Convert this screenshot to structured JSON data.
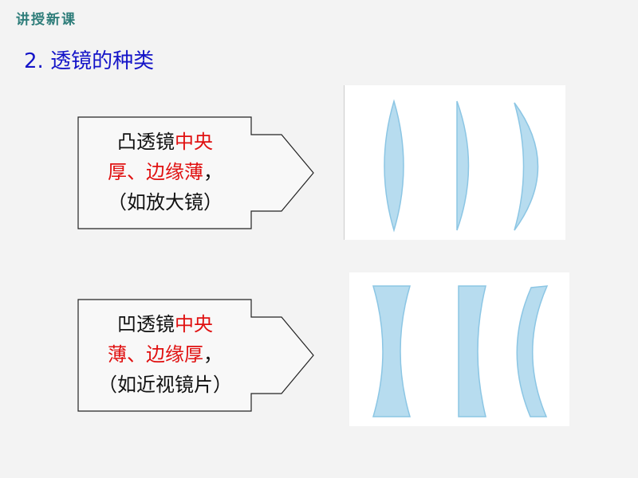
{
  "header": {
    "tag": "讲授新课"
  },
  "section": {
    "title": "2. 透镜的种类"
  },
  "convex": {
    "line1_black": "凸透镜",
    "line1_red": "中央",
    "line2_red": "厚、边缘薄",
    "line2_black": "，",
    "line3": "（如放大镜）"
  },
  "concave": {
    "line1_black": "凹透镜",
    "line1_red": "中央",
    "line2_red": "薄、边缘厚",
    "line2_black": "，",
    "line3": "（如近视镜片）"
  },
  "colors": {
    "header_tag": "#2e7d7a",
    "title": "#1414c8",
    "highlight": "#e01010",
    "lens_fill": "#b7dcef",
    "lens_stroke": "#8cc6e4"
  }
}
